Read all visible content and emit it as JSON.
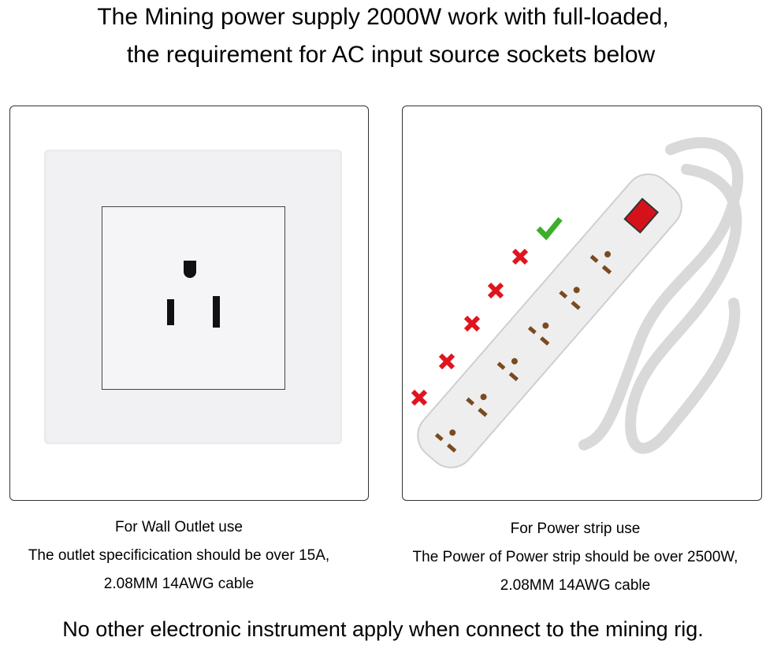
{
  "header": {
    "line1": "The Mining power supply 2000W work with full-loaded,",
    "line2": "the requirement for  AC input source  sockets below"
  },
  "left": {
    "title": "For Wall Outlet use",
    "line1": "The outlet specificication should be over 15A,",
    "line2": "2.08MM 14AWG cable"
  },
  "right": {
    "title": "For Power strip use",
    "line1": "The Power of Power strip  should be over 2500W,",
    "line2": "2.08MM 14AWG cable"
  },
  "footer": "No other electronic instrument apply when connect to the mining rig.",
  "colors": {
    "check": "#3dae2b",
    "cross": "#e0141e",
    "switch": "#d5121b"
  }
}
